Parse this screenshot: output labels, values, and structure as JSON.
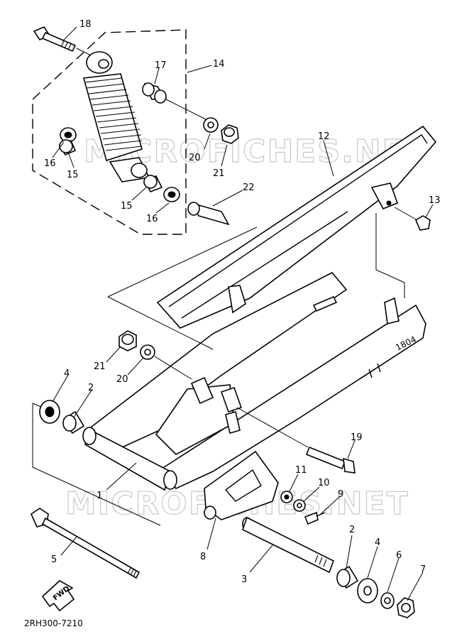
{
  "diagram": {
    "callouts": [
      {
        "id": "c18",
        "label": "18"
      },
      {
        "id": "c17",
        "label": "17"
      },
      {
        "id": "c14",
        "label": "14"
      },
      {
        "id": "c16a",
        "label": "16"
      },
      {
        "id": "c15a",
        "label": "15"
      },
      {
        "id": "c20a",
        "label": "20"
      },
      {
        "id": "c21a",
        "label": "21"
      },
      {
        "id": "c15b",
        "label": "15"
      },
      {
        "id": "c16b",
        "label": "16"
      },
      {
        "id": "c22",
        "label": "22"
      },
      {
        "id": "c12",
        "label": "12"
      },
      {
        "id": "c13",
        "label": "13"
      },
      {
        "id": "c21b",
        "label": "21"
      },
      {
        "id": "c20b",
        "label": "20"
      },
      {
        "id": "c4a",
        "label": "4"
      },
      {
        "id": "c2a",
        "label": "2"
      },
      {
        "id": "c19",
        "label": "19"
      },
      {
        "id": "c1",
        "label": "1"
      },
      {
        "id": "c11",
        "label": "11"
      },
      {
        "id": "c10",
        "label": "10"
      },
      {
        "id": "c9",
        "label": "9"
      },
      {
        "id": "c5",
        "label": "5"
      },
      {
        "id": "c8",
        "label": "8"
      },
      {
        "id": "c2b",
        "label": "2"
      },
      {
        "id": "c4b",
        "label": "4"
      },
      {
        "id": "c6",
        "label": "6"
      },
      {
        "id": "c7",
        "label": "7"
      },
      {
        "id": "c3",
        "label": "3"
      }
    ],
    "frame_marking": "1804",
    "fwd_label": "FWD",
    "diagram_code": "2RH300-7210",
    "watermark": "MICROFICHES.NET"
  }
}
